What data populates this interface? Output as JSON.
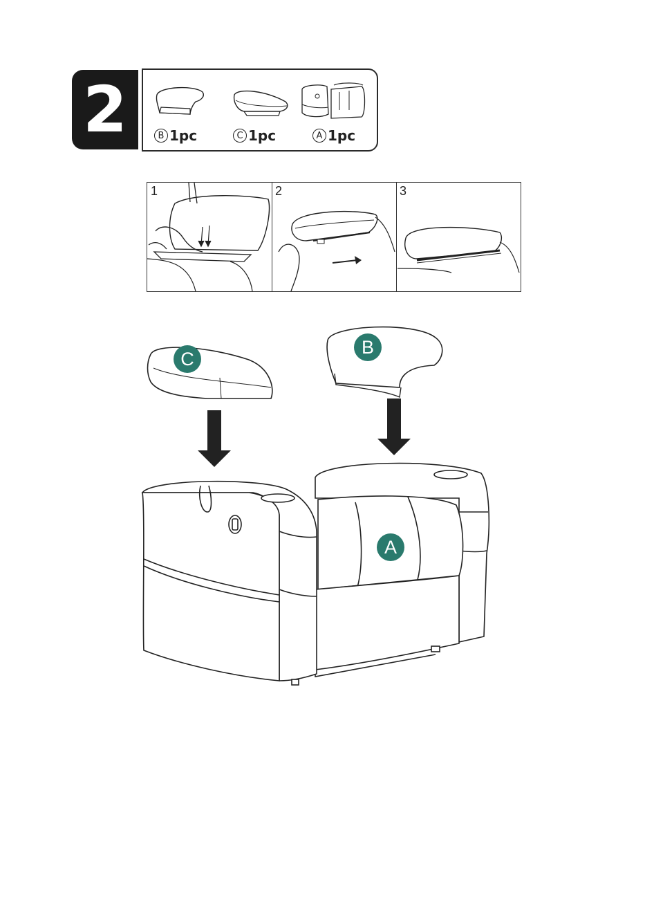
{
  "step": {
    "number": "2"
  },
  "parts": [
    {
      "letter": "B",
      "qty": "1pc"
    },
    {
      "letter": "C",
      "qty": "1pc"
    },
    {
      "letter": "A",
      "qty": "1pc"
    }
  ],
  "sub_steps": [
    {
      "num": "1"
    },
    {
      "num": "2"
    },
    {
      "num": "3"
    }
  ],
  "callouts": {
    "c": "C",
    "b": "B",
    "a": "A"
  },
  "colors": {
    "badge": "#2a7a6d",
    "ink": "#222222",
    "step_bg": "#1a1a1a"
  }
}
